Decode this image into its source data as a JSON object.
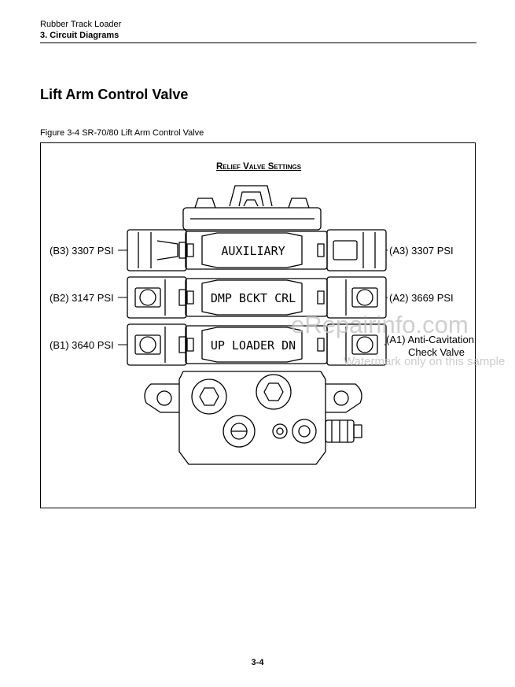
{
  "header": {
    "manual_title": "Rubber Track Loader",
    "chapter": "3. Circuit Diagrams"
  },
  "section_title": "Lift Arm Control Valve",
  "figure": {
    "caption": "Figure 3-4 SR-70/80 Lift Arm Control Valve",
    "relief_heading": "Relief Valve Settings",
    "sections": {
      "auxiliary": "AUXILIARY",
      "bucket": "DMP BCKT CRL",
      "loader": "UP LOADER DN"
    },
    "port_labels": {
      "b3": "(B3) 3307 PSI",
      "b2": "(B2) 3147 PSI",
      "b1": "(B1) 3640 PSI",
      "a3": "(A3) 3307 PSI",
      "a2": "(A2) 3669 PSI",
      "a1_line1": "(A1) Anti-Cavitation",
      "a1_line2": "Check Valve"
    }
  },
  "watermark": {
    "site": "eRepairinfo.com",
    "note": "Watermark only on this sample"
  },
  "page_number": "3-4"
}
